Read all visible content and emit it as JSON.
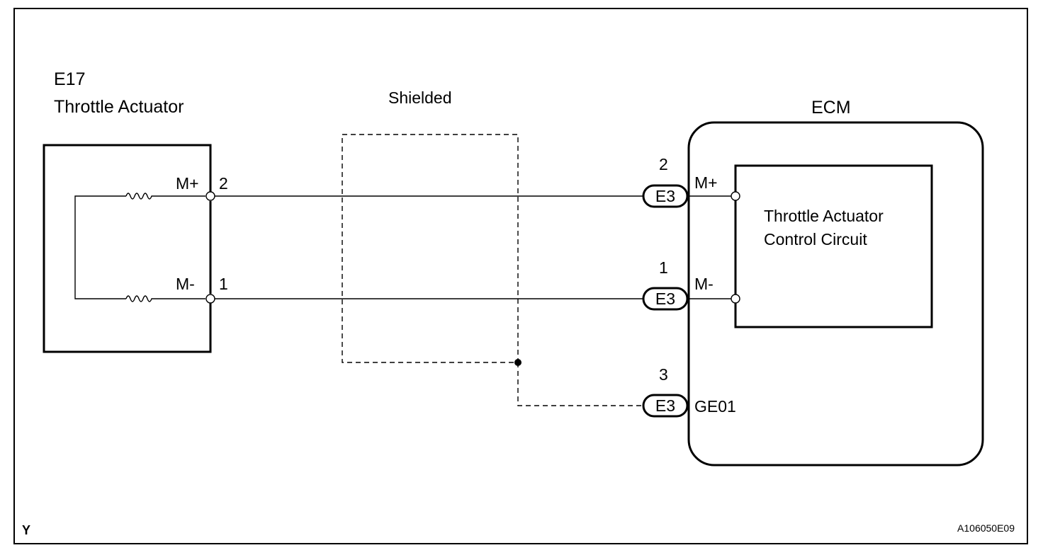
{
  "actuator": {
    "code": "E17",
    "name": "Throttle Actuator",
    "pins": [
      {
        "terminal": "M+",
        "number": "2"
      },
      {
        "terminal": "M-",
        "number": "1"
      }
    ]
  },
  "shield": {
    "label": "Shielded"
  },
  "ecm": {
    "label": "ECM",
    "circuit_line1": "Throttle Actuator",
    "circuit_line2": "Control Circuit",
    "pins": [
      {
        "connector": "E3",
        "number": "2",
        "terminal": "M+"
      },
      {
        "connector": "E3",
        "number": "1",
        "terminal": "M-"
      },
      {
        "connector": "E3",
        "number": "3",
        "terminal": "GE01"
      }
    ]
  },
  "footer": {
    "left_code": "Y",
    "figure_id": "A106050E09"
  }
}
